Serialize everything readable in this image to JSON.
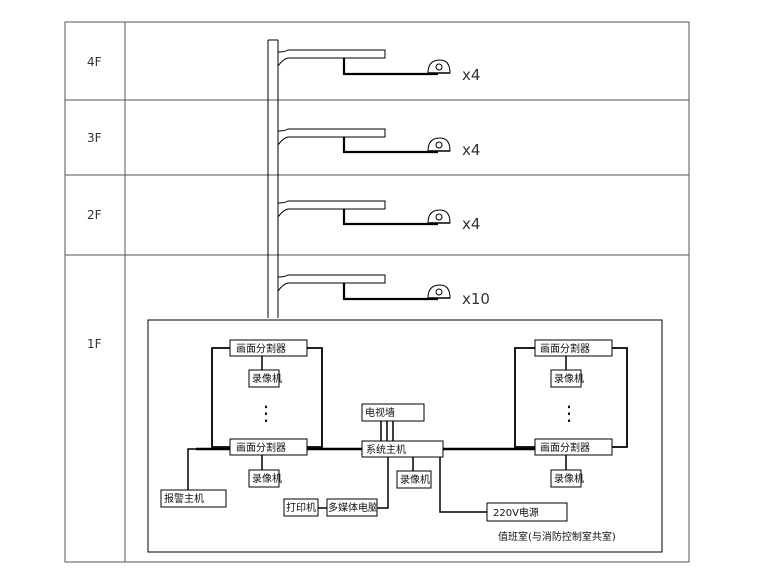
{
  "floors": [
    {
      "label": "4F",
      "multiplier": "x4"
    },
    {
      "label": "3F",
      "multiplier": "x4"
    },
    {
      "label": "2F",
      "multiplier": "x4"
    },
    {
      "label": "1F",
      "multiplier": "x10"
    }
  ],
  "control_room": {
    "splitter_label": "画面分割器",
    "recorder_label": "录像机",
    "tv_wall_label": "电视墙",
    "host_label": "系统主机",
    "alarm_host_label": "报警主机",
    "printer_label": "打印机",
    "pc_label": "多媒体电脑",
    "power_label": "220V电源",
    "room_note": "值班室(与消防控制室共室)",
    "ellipsis": "⋮"
  },
  "colors": {
    "line": "#000000",
    "grid": "#555555"
  }
}
